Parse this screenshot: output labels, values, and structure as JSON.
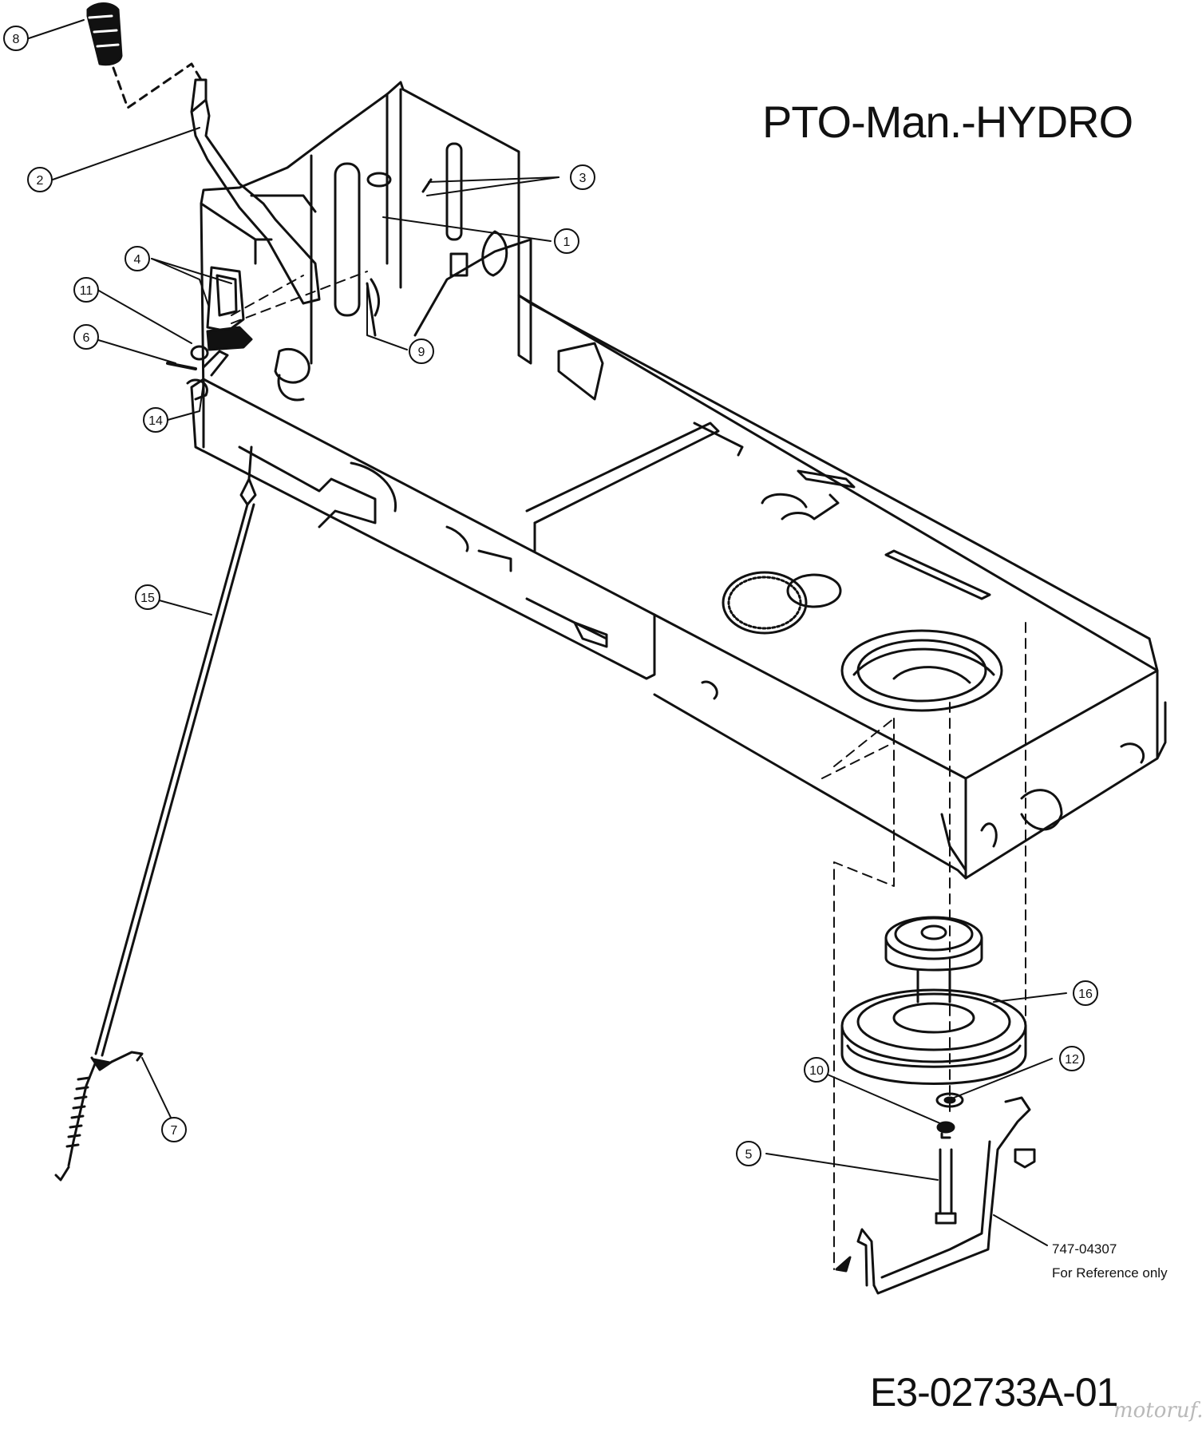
{
  "title": "PTO-Man.-HYDRO",
  "drawing_number": "E3-02733A-01",
  "reference_part": {
    "number": "747-04307",
    "note": "For Reference only"
  },
  "watermark": "motoruf.de",
  "callouts": [
    {
      "label": "8"
    },
    {
      "label": "2"
    },
    {
      "label": "3"
    },
    {
      "label": "1"
    },
    {
      "label": "4"
    },
    {
      "label": "11"
    },
    {
      "label": "6"
    },
    {
      "label": "9"
    },
    {
      "label": "14"
    },
    {
      "label": "15"
    },
    {
      "label": "7"
    },
    {
      "label": "16"
    },
    {
      "label": "10"
    },
    {
      "label": "12"
    },
    {
      "label": "5"
    }
  ],
  "colors": {
    "line": "#111111",
    "background": "#ffffff"
  }
}
